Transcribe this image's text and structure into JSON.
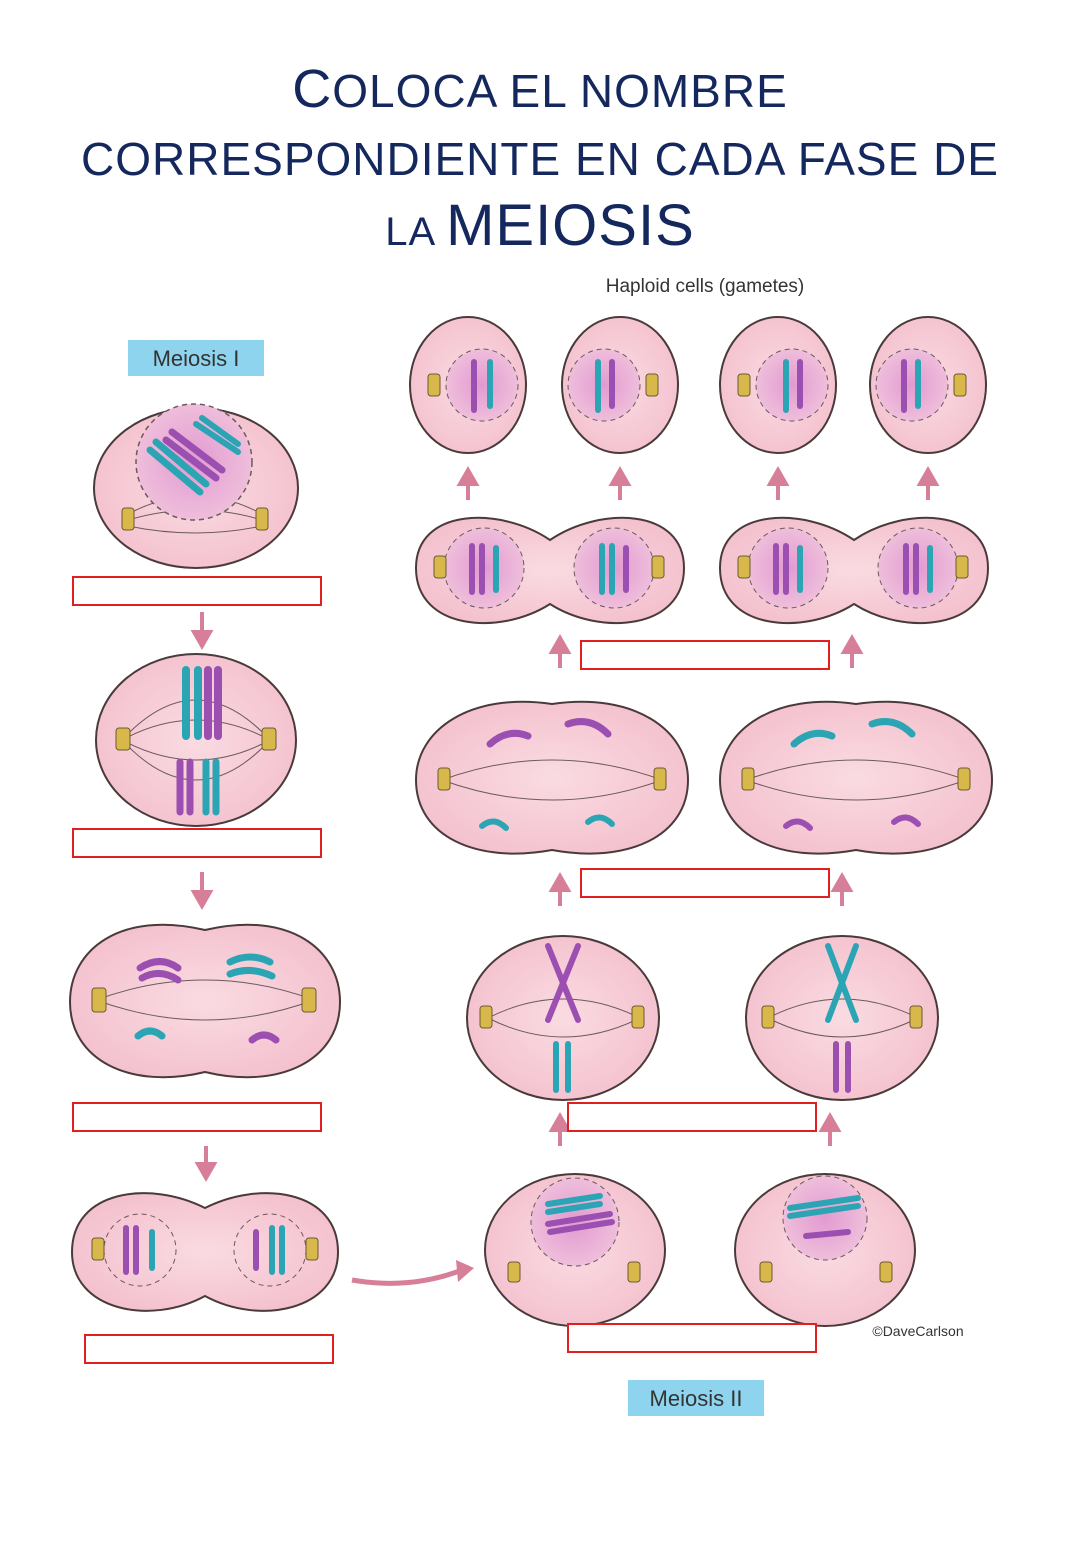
{
  "title": {
    "line1_cap": "C",
    "line1_rest": "OLOCA EL NOMBRE",
    "line2": "CORRESPONDIENTE EN CADA FASE DE",
    "line3_small": "LA ",
    "line3_big": "MEIOSIS"
  },
  "labels": {
    "meiosis1": "Meiosis I",
    "meiosis2": "Meiosis II",
    "haploid": "Haploid cells (gametes)",
    "credit": "©DaveCarlson"
  },
  "colors": {
    "cell_fill": "#f6c9d3",
    "cell_stroke": "#4a3a3a",
    "nucleus_fill": "#e9a6d4",
    "chrom_purple": "#9b4fb0",
    "chrom_teal": "#2ba5b3",
    "centriole": "#d8b84a",
    "arrow": "#d77f98",
    "label_bg": "#8fd4ee",
    "box_border": "#e02020"
  }
}
